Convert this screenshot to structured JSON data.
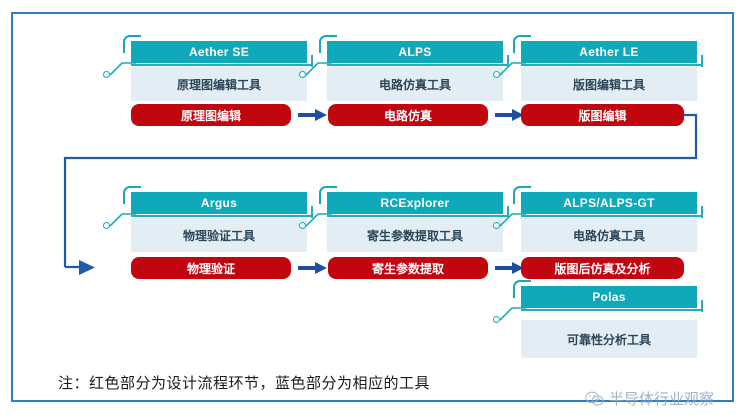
{
  "figure": {
    "caption": "注：红色部分为设计流程环节，蓝色部分为相应的工具",
    "watermark_text": "半导体行业观察",
    "watermark_icon": "wechat-icon"
  },
  "colors": {
    "frame_border": "#2E7DBE",
    "tool_header_bg": "#10A9BA",
    "tool_body_bg": "#E2EDF4",
    "flow_bg": "#C00710",
    "arrow": "#1F4E9C",
    "connector": "#1F5BA8"
  },
  "tool_cards": [
    {
      "name": "Aether SE",
      "description": "原理图编辑工具"
    },
    {
      "name": "ALPS",
      "description": "电路仿真工具"
    },
    {
      "name": "Aether LE",
      "description": "版图编辑工具"
    },
    {
      "name": "Argus",
      "description": "物理验证工具"
    },
    {
      "name": "RCExplorer",
      "description": "寄生参数提取工具"
    },
    {
      "name": "ALPS/ALPS-GT",
      "description": "电路仿真工具"
    },
    {
      "name": "Polas",
      "description": "可靠性分析工具"
    }
  ],
  "flow_steps": [
    {
      "label": "原理图编辑"
    },
    {
      "label": "电路仿真"
    },
    {
      "label": "版图编辑"
    },
    {
      "label": "物理验证"
    },
    {
      "label": "寄生参数提取"
    },
    {
      "label": "版图后仿真及分析"
    }
  ]
}
